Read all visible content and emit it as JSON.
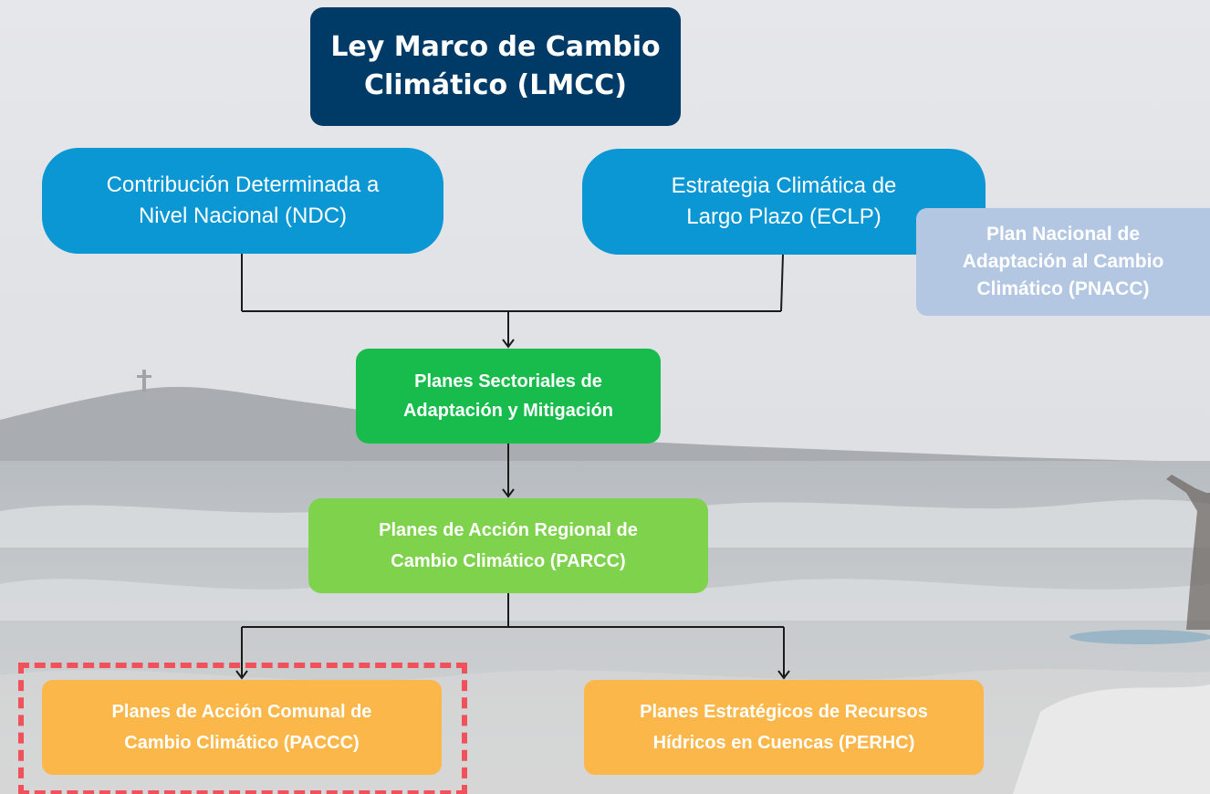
{
  "diagram": {
    "nodes": {
      "lmcc": "Ley Marco de Cambio\nClimático (LMCC)",
      "ndc": "Contribución Determinada a\nNivel Nacional (NDC)",
      "eclp": "Estrategia Climática de\nLargo Plazo (ECLP)",
      "pnacc": "Plan Nacional de\nAdaptación al Cambio\nClimático (PNACC)",
      "sectorial": "Planes Sectoriales de\nAdaptación y Mitigación",
      "parcc": "Planes de Acción Regional de\nCambio Climático (PARCC)",
      "paccc": "Planes de Acción Comunal de\nCambio Climático (PACCC)",
      "perhc": "Planes Estratégicos de Recursos\nHídricos en Cuencas (PERHC)"
    },
    "colors": {
      "lmcc": "#003a66",
      "ndc_eclp": "#0b96d4",
      "pnacc": "#b3c7e3",
      "sectorial": "#17bc4c",
      "parcc": "#7ed24c",
      "paccc_perhc": "#fcb74a",
      "highlight_border": "#f0515a",
      "connector": "#1a1a1a"
    },
    "edges": [
      [
        "ndc",
        "sectorial"
      ],
      [
        "eclp",
        "sectorial"
      ],
      [
        "sectorial",
        "parcc"
      ],
      [
        "parcc",
        "paccc"
      ],
      [
        "parcc",
        "perhc"
      ]
    ],
    "highlighted_node": "paccc"
  }
}
